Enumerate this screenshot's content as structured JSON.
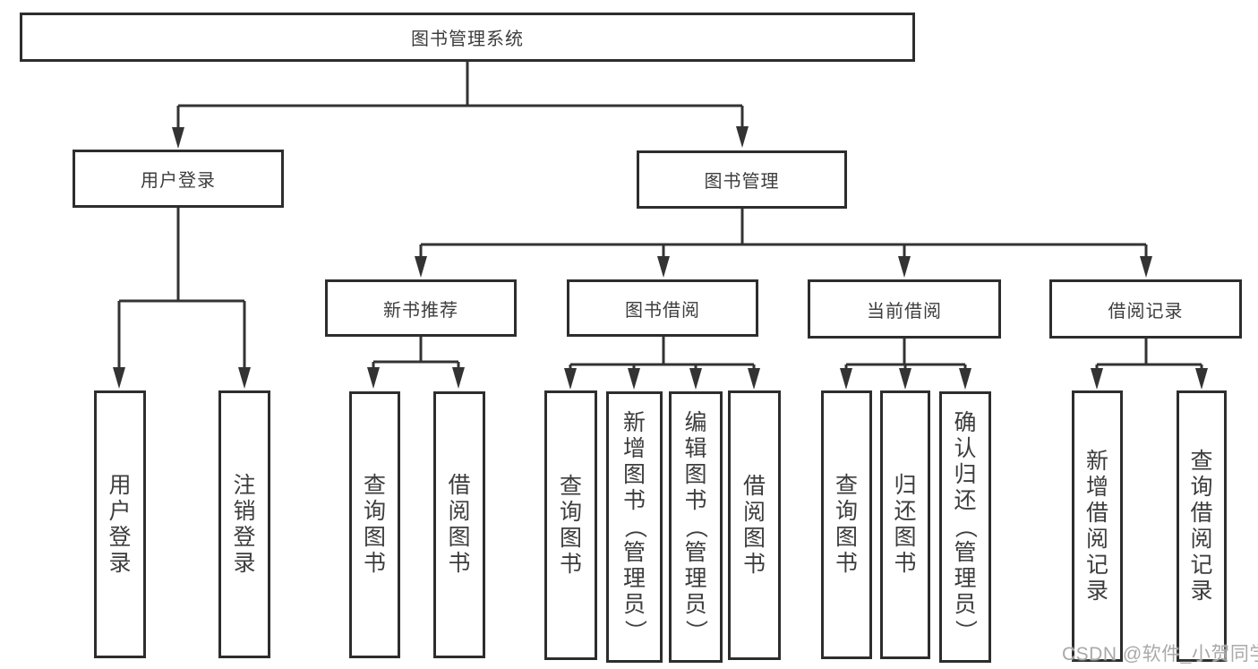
{
  "tree": {
    "root": {
      "label": "图书管理系统",
      "children": [
        {
          "label": "用户登录",
          "children": [
            {
              "label": "用户登录"
            },
            {
              "label": "注销登录"
            }
          ]
        },
        {
          "label": "图书管理",
          "children": [
            {
              "label": "新书推荐",
              "children": [
                {
                  "label": "查询图书"
                },
                {
                  "label": "借阅图书"
                }
              ]
            },
            {
              "label": "图书借阅",
              "children": [
                {
                  "label": "查询图书"
                },
                {
                  "label": "新增图书（管理员）"
                },
                {
                  "label": "编辑图书（管理员）"
                },
                {
                  "label": "借阅图书"
                }
              ]
            },
            {
              "label": "当前借阅",
              "children": [
                {
                  "label": "查询图书"
                },
                {
                  "label": "归还图书"
                },
                {
                  "label": "确认归还（管理员）"
                }
              ]
            },
            {
              "label": "借阅记录",
              "children": [
                {
                  "label": "新增借阅记录"
                },
                {
                  "label": "查询借阅记录"
                }
              ]
            }
          ]
        }
      ]
    }
  },
  "watermark": {
    "text": "CSDN @软件_小贺同学"
  },
  "colors": {
    "line": "#333333",
    "border": "#2d2d2d",
    "text": "#3d3d3d",
    "watermark": "#a9a9a9"
  }
}
